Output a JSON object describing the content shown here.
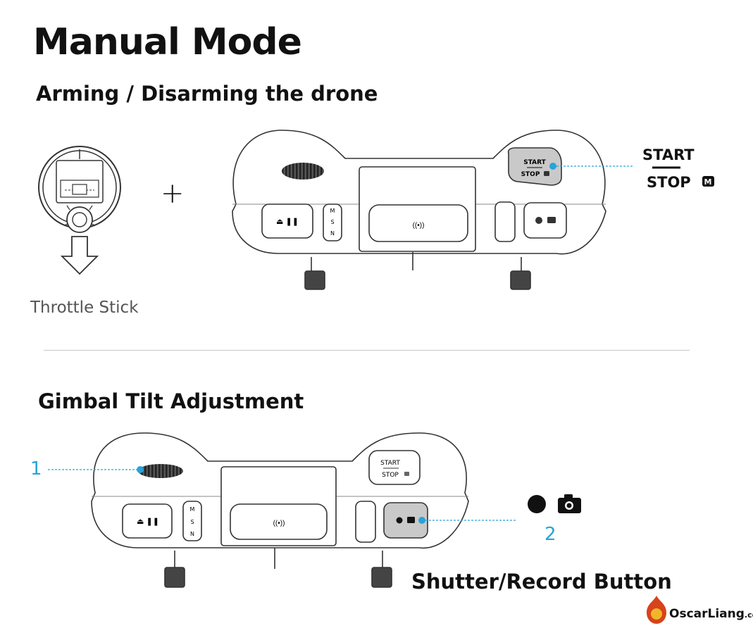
{
  "title": "Manual Mode",
  "sections": {
    "arming": {
      "heading": "Arming / Disarming the drone",
      "throttle_caption": "Throttle Stick",
      "plus": "+",
      "start_label": "START",
      "stop_label": "STOP",
      "mode_badge": "M"
    },
    "gimbal": {
      "heading": "Gimbal Tilt Adjustment",
      "callout_1": "1",
      "callout_2": "2",
      "shutter_label": "Shutter/Record Button"
    }
  },
  "controller": {
    "start": "START",
    "stop": "STOP",
    "mode_m": "M",
    "mode_s": "S",
    "mode_n": "N"
  },
  "watermark": {
    "name": "OscarLiang",
    "suffix": ".com"
  },
  "colors": {
    "accent": "#29a3d8",
    "line": "#333333"
  },
  "icons": [
    "dot-icon",
    "camera-icon",
    "down-arrow-icon",
    "mode-m-icon",
    "signal-icon"
  ]
}
